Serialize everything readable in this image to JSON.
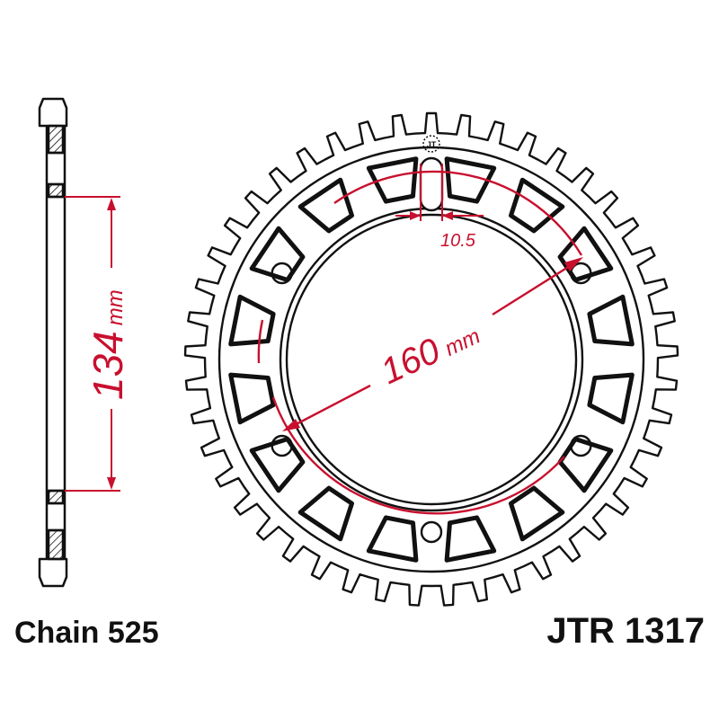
{
  "drawing": {
    "chain_label": "Chain 525",
    "part_number": "JTR 1317",
    "dimensions": {
      "side_view_value": "134",
      "side_view_unit": "mm",
      "pcd_value": "160",
      "pcd_unit": "mm",
      "bolt_hole_value": "10.5"
    },
    "colors": {
      "outline": "#111111",
      "dimension": "#c8102e",
      "background": "#ffffff"
    },
    "icons": [
      "jt-logo-icon"
    ]
  }
}
